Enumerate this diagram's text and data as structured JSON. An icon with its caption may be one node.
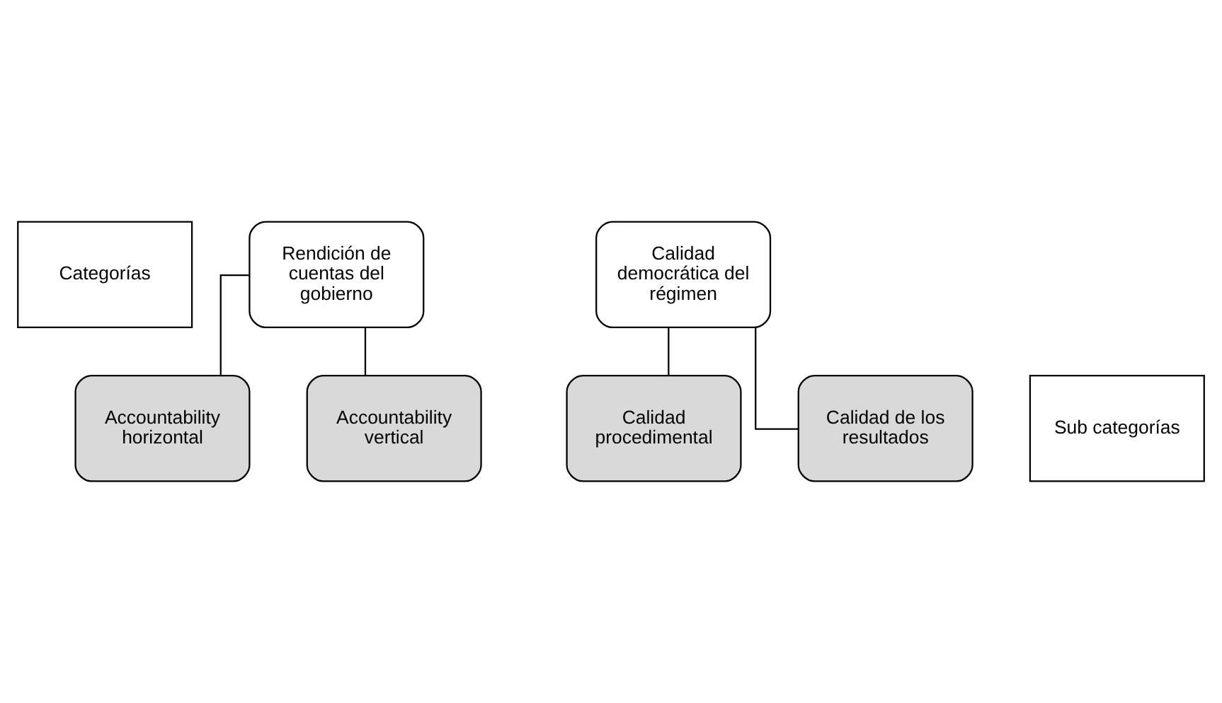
{
  "diagram": {
    "nodes": [
      {
        "text": [
          "Categorías"
        ]
      },
      {
        "text": [
          "Rendición de cuentas del gobierno"
        ]
      },
      {
        "text": [
          "Calidad democrática del régimen"
        ]
      },
      {
        "text": [
          "Sub categorías"
        ]
      },
      {
        "text": [
          "Accountability horizontal"
        ]
      },
      {
        "text": [
          "Calidad procedimental"
        ]
      },
      {
        "text": [
          "Accountability vertical"
        ]
      },
      {
        "text": [
          "Calidad de los resultados"
        ]
      }
    ],
    "edges": [
      {
        "from": 1,
        "to": 4,
        "arrow": "none"
      },
      {
        "from": 1,
        "to": 6,
        "arrow": "none"
      },
      {
        "from": 2,
        "to": 5,
        "arrow": "none"
      },
      {
        "from": 2,
        "to": 7,
        "arrow": "none"
      }
    ]
  }
}
